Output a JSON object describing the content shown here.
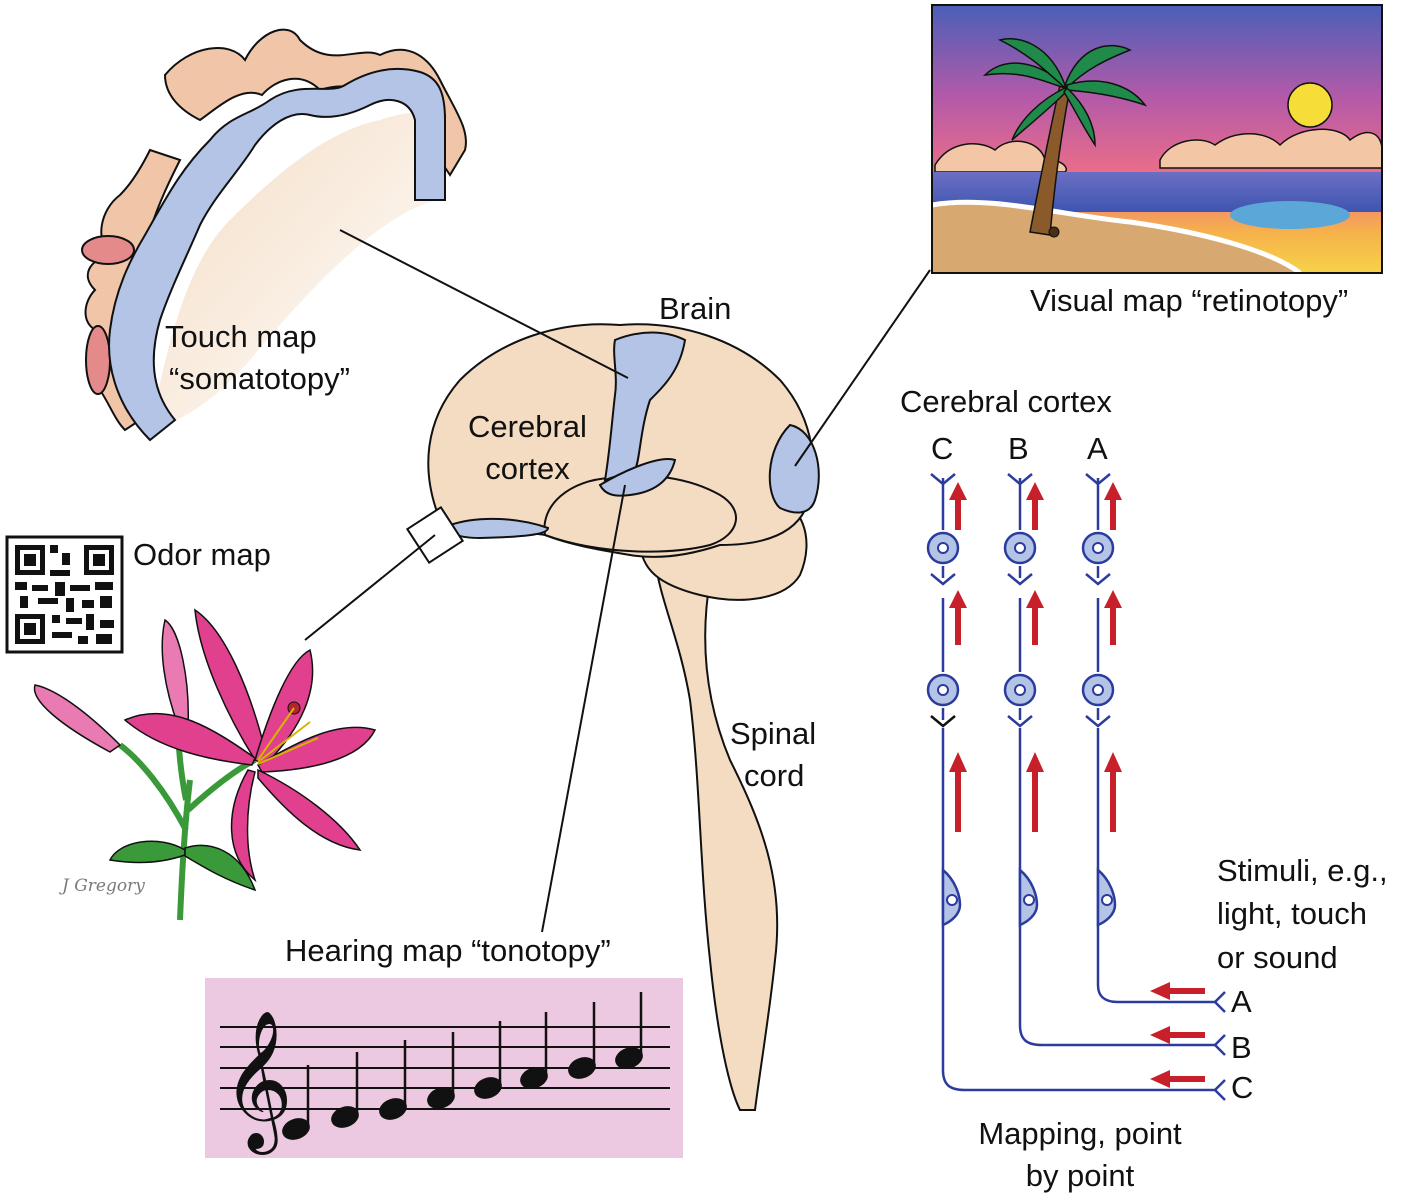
{
  "labels": {
    "brain": "Brain",
    "cerebral_cortex_line1": "Cerebral",
    "cerebral_cortex_line2": "cortex",
    "spinal_line1": "Spinal",
    "spinal_line2": "cord",
    "touch_line1": "Touch map",
    "touch_line2": "“somatotopy”",
    "visual": "Visual map “retinotopy”",
    "odor": "Odor map",
    "hearing": "Hearing map “tonotopy”",
    "cortex_header": "Cerebral cortex",
    "stimuli_line1": "Stimuli, e.g.,",
    "stimuli_line2": "light, touch",
    "stimuli_line3": "or sound",
    "mapping_line1": "Mapping, point",
    "mapping_line2": "by point",
    "signature": "J Gregory"
  },
  "pathways": {
    "top_letters": [
      "C",
      "B",
      "A"
    ],
    "bottom_letters": [
      "A",
      "B",
      "C"
    ]
  },
  "colors": {
    "brain_fill": "#f4dcc3",
    "cortex_map": "#b3c4e6",
    "outline": "#111111",
    "neuron_blue": "#2b3c9e",
    "arrow_red": "#c8202a",
    "staff_bg": "#ecc9e0",
    "skin": "#f1c6a8",
    "lily_pink": "#e0408e",
    "leaf_green": "#3a9a3a"
  }
}
